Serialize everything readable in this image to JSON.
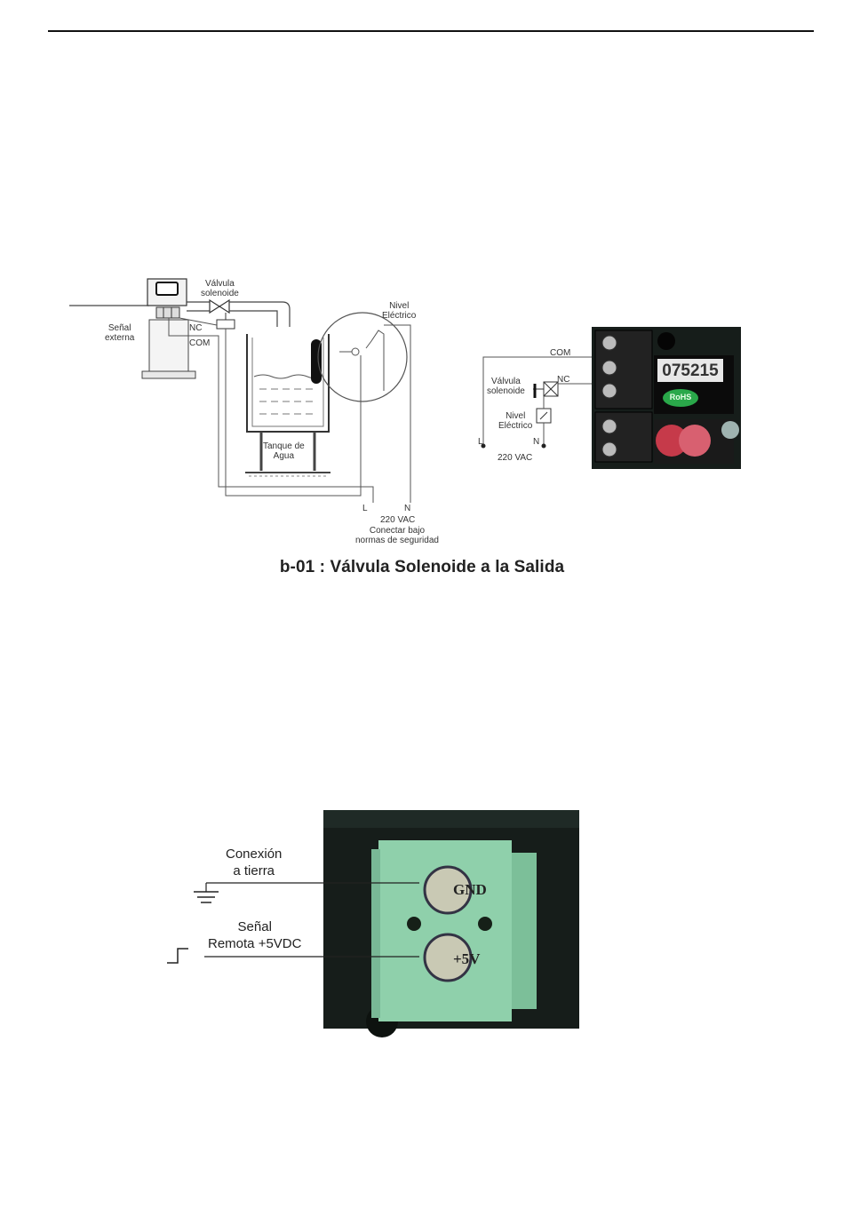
{
  "diagram_a": {
    "labels": {
      "valve": "Válvula\nsolenoide",
      "level": "Nivel\nEléctrico",
      "ext_signal": "Señal\nexterna",
      "nc": "NC",
      "com": "COM",
      "tank": "Tanque de\nAgua",
      "l": "L",
      "n": "N",
      "vac": "220 VAC",
      "safety": "Conectar bajo\nnormas de seguridad"
    }
  },
  "diagram_b": {
    "labels": {
      "com": "COM",
      "valve": "Válvula\nsolenoide",
      "nc": "NC",
      "level": "Nivel\nEléctrico",
      "l": "L",
      "n": "N",
      "vac": "220 VAC",
      "board_code": "075215",
      "rohs": "RoHS"
    }
  },
  "caption": "b-01 : Válvula Solenoide a la Salida",
  "diagram_c": {
    "labels": {
      "ground": "Conexión\na tierra",
      "signal": "Señal\nRemota +5VDC",
      "gnd": "GND",
      "plus5v": "+5V"
    }
  },
  "colors": {
    "terminal_green": "#8fd0ab",
    "board_dark": "#161d1a",
    "rohs_green": "#2aa84a"
  }
}
